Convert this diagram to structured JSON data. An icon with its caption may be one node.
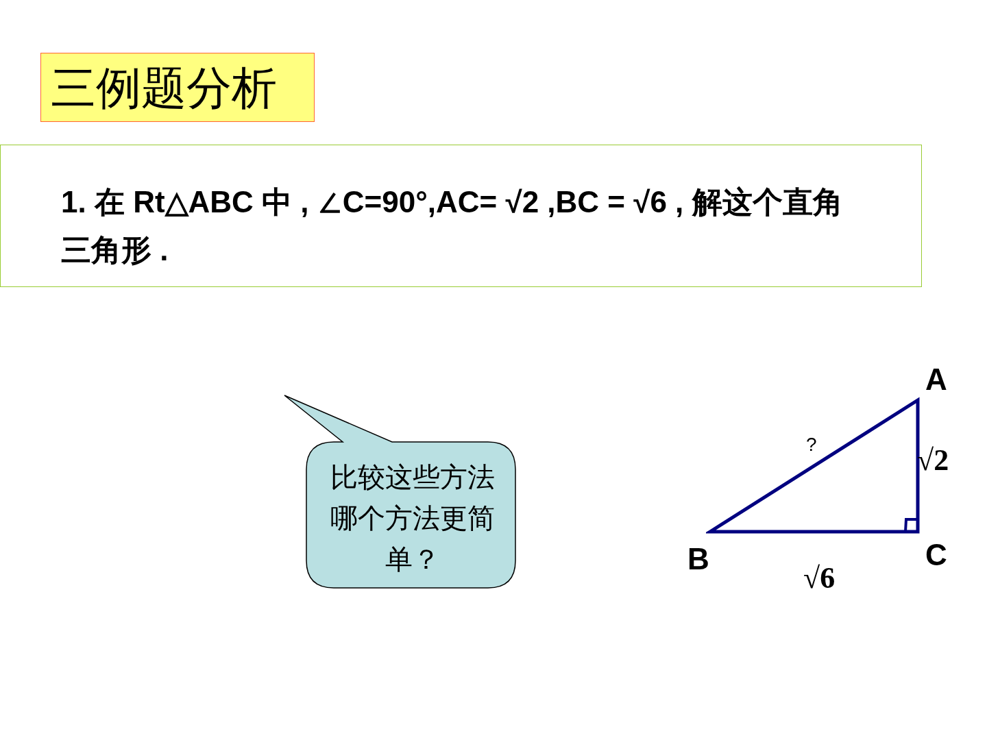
{
  "diagram": {
    "title": "三例题分析",
    "nodes": [
      {
        "text": [
          "1. 在 Rt△ABC 中 , ∠C=90°,AC= √2 ,BC = √6 , 解这个直角三角形 ."
        ]
      },
      {
        "text": [
          "比较这些方法哪个方法更简单？"
        ]
      }
    ],
    "labels": [
      "A",
      "?",
      "√2",
      "B",
      "C",
      "√6"
    ]
  }
}
